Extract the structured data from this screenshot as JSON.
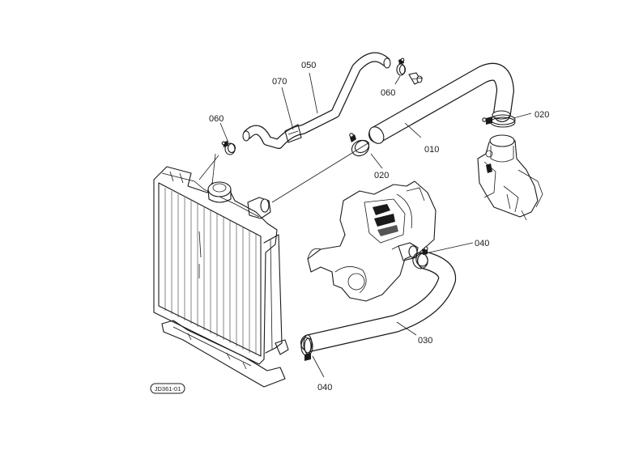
{
  "diagram": {
    "reference_code": "JD361-01",
    "callouts": [
      {
        "id": "c010",
        "text": "010"
      },
      {
        "id": "c020a",
        "text": "020"
      },
      {
        "id": "c020b",
        "text": "020"
      },
      {
        "id": "c030",
        "text": "030"
      },
      {
        "id": "c040a",
        "text": "040"
      },
      {
        "id": "c040b",
        "text": "040"
      },
      {
        "id": "c050",
        "text": "050"
      },
      {
        "id": "c060a",
        "text": "060"
      },
      {
        "id": "c060b",
        "text": "060"
      },
      {
        "id": "c070",
        "text": "070"
      }
    ]
  }
}
